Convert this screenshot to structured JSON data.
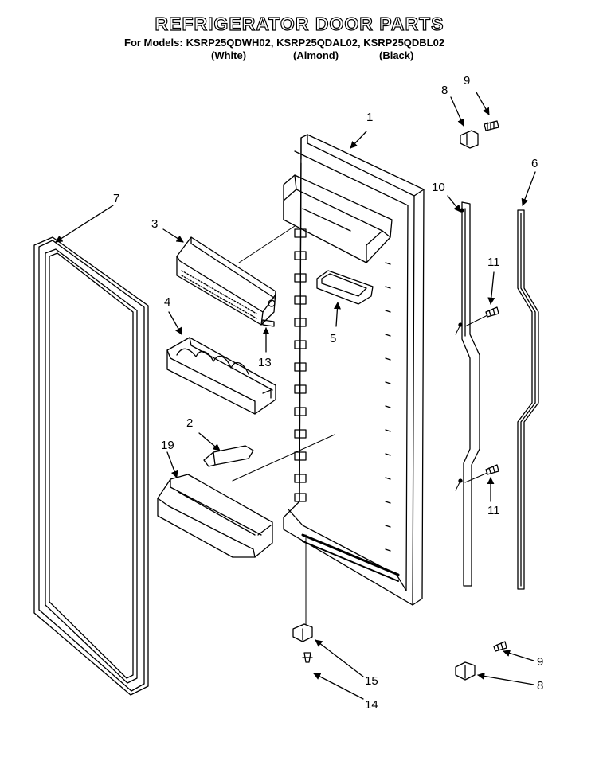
{
  "header": {
    "title": "REFRIGERATOR DOOR PARTS",
    "models_prefix": "For Models:",
    "models": [
      "KSRP25QDWH02,",
      "KSRP25QDAL02,",
      "KSRP25QDBL02"
    ],
    "colors": [
      "(White)",
      "(Almond)",
      "(Black)"
    ]
  },
  "callouts": {
    "door_liner": "1",
    "dairy_door": "2",
    "dairy_center": "3",
    "egg_bin": "4",
    "utility_bin": "5",
    "trim_strip": "6",
    "door_gasket": "7",
    "hinge_top": "8",
    "screw_top": "9",
    "handle": "10",
    "handle_screw_upper": "11",
    "handle_screw_lower": "11",
    "door_stop": "13",
    "hinge_screw": "14",
    "door_hinge_bottom": "15",
    "door_shelf": "19",
    "screw_bottom": "9",
    "hinge_bottom": "8"
  }
}
